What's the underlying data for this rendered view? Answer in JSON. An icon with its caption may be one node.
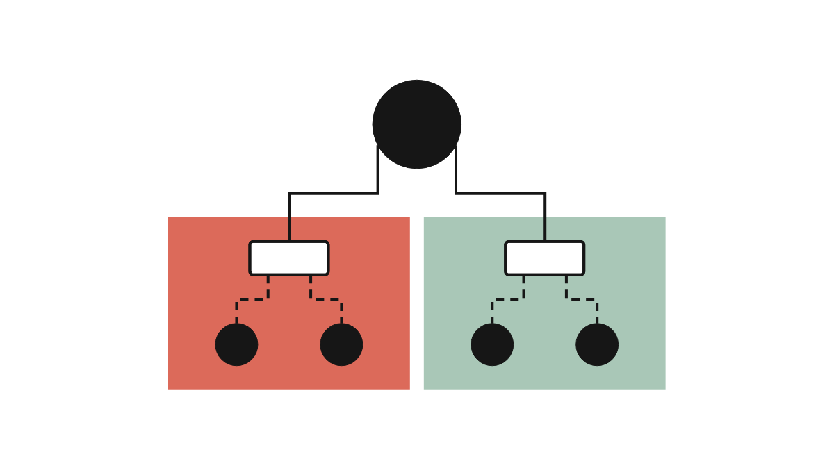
{
  "diagram": {
    "nodes": [
      {
        "text": [],
        "shape": "circle"
      },
      {
        "text": [],
        "shape": "box"
      },
      {
        "text": [],
        "shape": "box",
        "in": 1
      },
      {
        "text": [],
        "shape": "circle",
        "in": 1
      },
      {
        "text": [],
        "shape": "circle",
        "in": 1
      },
      {
        "text": [],
        "shape": "box"
      },
      {
        "text": [],
        "shape": "box",
        "in": 5
      },
      {
        "text": [],
        "shape": "circle",
        "in": 5
      },
      {
        "text": [],
        "shape": "circle",
        "in": 5
      }
    ],
    "edges": [
      {
        "from": 0,
        "to": 2,
        "arrow": "none"
      },
      {
        "from": 0,
        "to": 6,
        "arrow": "none"
      },
      {
        "from": 2,
        "to": 3,
        "arrow": "none",
        "style": "dashed"
      },
      {
        "from": 2,
        "to": 4,
        "arrow": "none",
        "style": "dashed"
      },
      {
        "from": 6,
        "to": 7,
        "arrow": "none",
        "style": "dashed"
      },
      {
        "from": 6,
        "to": 8,
        "arrow": "none",
        "style": "dashed"
      }
    ]
  }
}
